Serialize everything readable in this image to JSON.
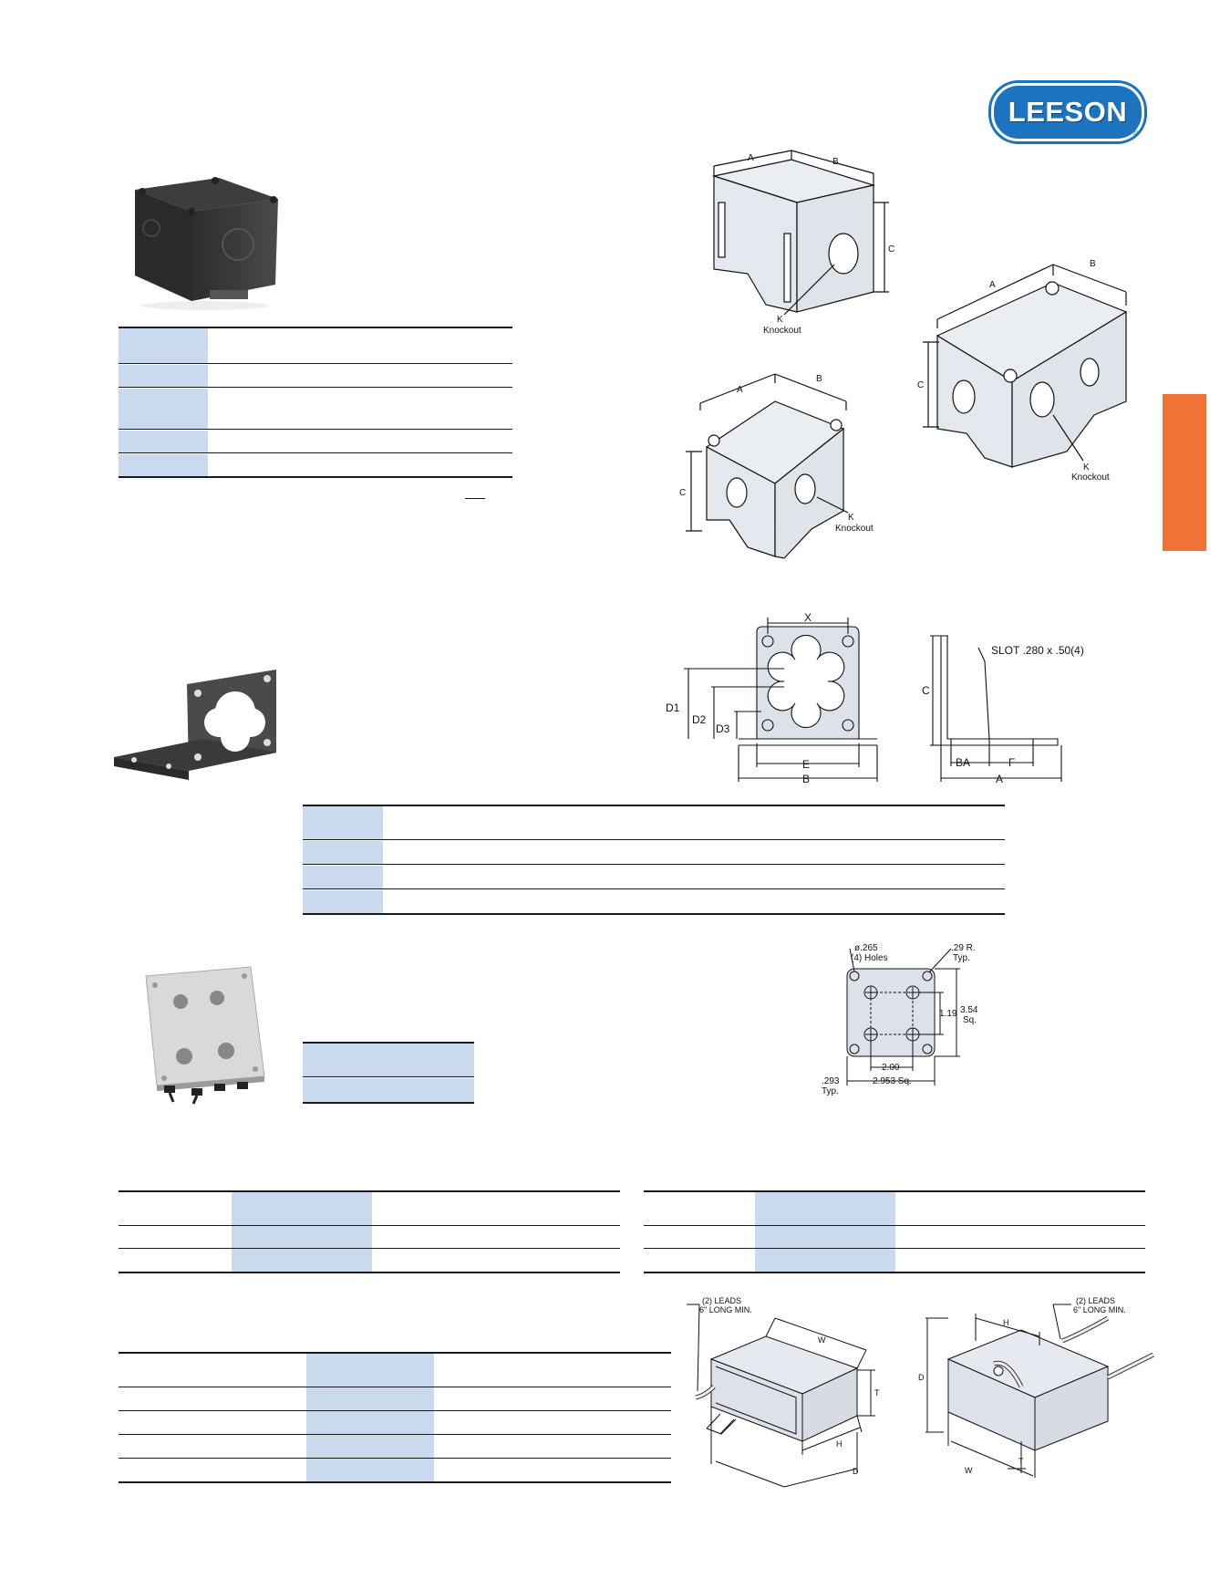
{
  "brand": {
    "logo_text": "LEESON",
    "registered_mark": "®",
    "brand_color": "#1c73c0",
    "accent_color": "#f07335",
    "table_highlight_color": "#c9d9ee"
  },
  "conduit_box_drawings": {
    "dim_a": "A",
    "dim_b": "B",
    "dim_c": "C",
    "dim_k": "K",
    "knockout": "Knockout"
  },
  "bracket_drawing": {
    "x": "X",
    "d1": "D1",
    "d2": "D2",
    "d3": "D3",
    "e": "E",
    "b": "B",
    "c": "C",
    "slot": "SLOT .280 x .50(4)",
    "ba": "BA",
    "f": "F",
    "a": "A"
  },
  "plate_drawing": {
    "hole_dia": "ø.265",
    "holes": "(4) Holes",
    "radius": ".29 R.",
    "radius_typ": "Typ.",
    "inner": "1.19",
    "side": "3.54",
    "side_sq": "Sq.",
    "spacing": "2.00",
    "edge": ".293",
    "edge_typ": "Typ.",
    "width": "2.953 Sq."
  },
  "capacitor_drawings": {
    "leads_1": "(2) LEADS",
    "leads_2": "6\" LONG MIN.",
    "w": "W",
    "t": "T",
    "h": "H",
    "d": "D"
  }
}
